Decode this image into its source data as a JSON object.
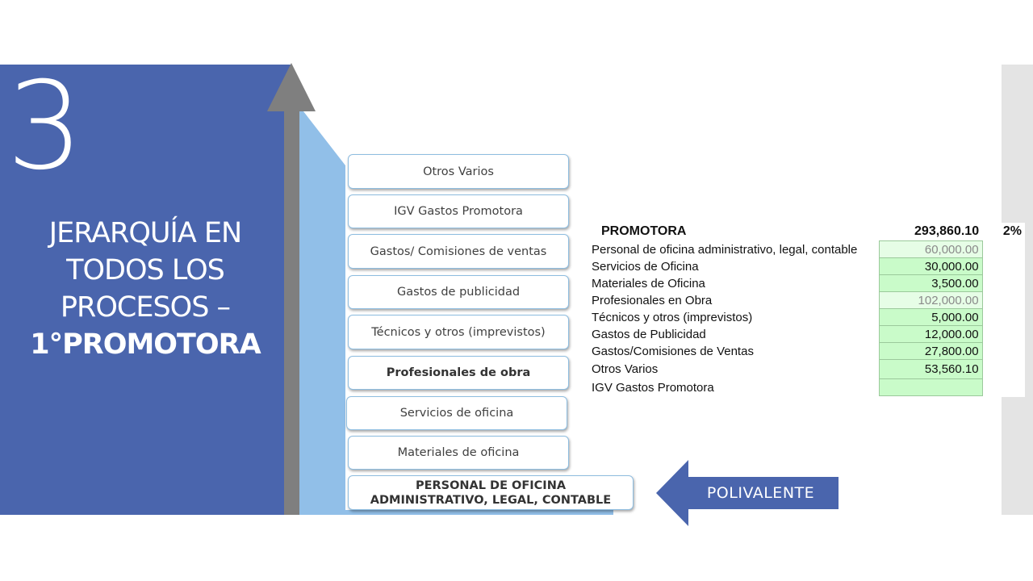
{
  "slide": {
    "number": "3",
    "title_lines": [
      "JERARQUÍA EN",
      "TODOS LOS",
      "PROCESOS –"
    ],
    "title_bold": "1°PROMOTORA"
  },
  "hierarchy": {
    "items": [
      {
        "label": "Otros Varios"
      },
      {
        "label": "IGV Gastos Promotora"
      },
      {
        "label": "Gastos/ Comisiones de ventas"
      },
      {
        "label": "Gastos de publicidad"
      },
      {
        "label": "Técnicos y otros (imprevistos)"
      },
      {
        "label": "Profesionales de obra"
      },
      {
        "label": "Servicios de oficina"
      },
      {
        "label": "Materiales de oficina"
      }
    ],
    "base_line1": "PERSONAL DE OFICINA",
    "base_line2": "ADMINISTRATIVO, LEGAL, CONTABLE"
  },
  "polivalente": {
    "label": "POLIVALENTE"
  },
  "budget": {
    "header": {
      "label": "PROMOTORA",
      "total": "293,860.10",
      "percent": "2%"
    },
    "rows": [
      {
        "label": "Personal de oficina administrativo, legal, contable",
        "value": "60,000.00"
      },
      {
        "label": "Servicios de Oficina",
        "value": "30,000.00"
      },
      {
        "label": "Materiales de Oficina",
        "value": "3,500.00"
      },
      {
        "label": "Profesionales en Obra",
        "value": "102,000.00"
      },
      {
        "label": "Técnicos y otros (imprevistos)",
        "value": "5,000.00"
      },
      {
        "label": "Gastos de Publicidad",
        "value": "12,000.00"
      },
      {
        "label": "Gastos/Comisiones de Ventas",
        "value": "27,800.00"
      },
      {
        "label": "Otros Varios",
        "value": "53,560.10"
      },
      {
        "label": "IGV Gastos Promotora",
        "value": ""
      }
    ]
  },
  "colors": {
    "panel_blue": "#4a65ad",
    "light_blue": "#91bfe8",
    "arrow_gray": "#7f7f7f",
    "cell_green": "#c9fbc9"
  }
}
